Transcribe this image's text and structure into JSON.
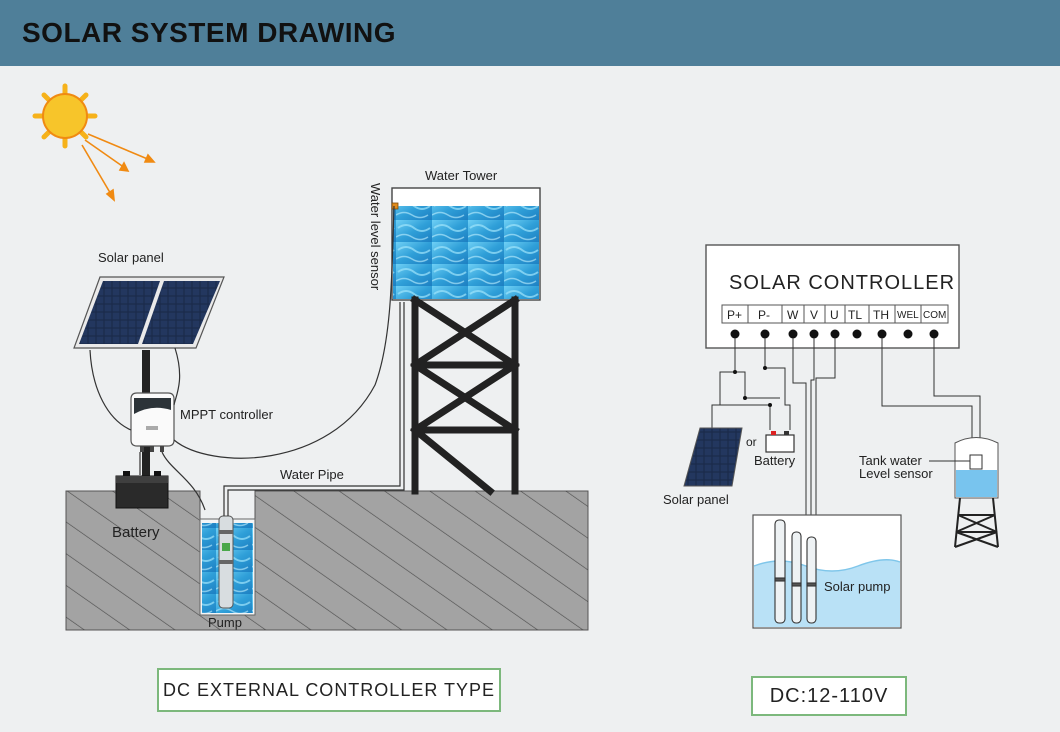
{
  "header": {
    "title": "SOLAR SYSTEM DRAWING"
  },
  "left_diagram": {
    "solar_panel_label": "Solar panel",
    "mppt_label": "MPPT controller",
    "battery_label": "Battery",
    "pump_label": "Pump",
    "water_pipe_label": "Water Pipe",
    "water_tower_label": "Water Tower",
    "water_level_sensor_label": "Water level sensor",
    "caption": "DC EXTERNAL CONTROLLER TYPE"
  },
  "right_diagram": {
    "controller_title": "SOLAR CONTROLLER",
    "terminals": [
      "P+",
      "P-",
      "W",
      "V",
      "U",
      "TL",
      "TH",
      "WEL",
      "COM"
    ],
    "or_label": "or",
    "battery_label": "Battery",
    "solar_panel_label": "Solar panel",
    "tank_sensor_label_line1": "Tank water",
    "tank_sensor_label_line2": "Level sensor",
    "solar_pump_label": "Solar pump",
    "caption": "DC:12-110V"
  },
  "colors": {
    "header": "#4f7f99",
    "ground": "#a3a3a3",
    "water": "#3aa7e0",
    "caption_border": "#7cb87c",
    "sun": "#f6b21a"
  }
}
